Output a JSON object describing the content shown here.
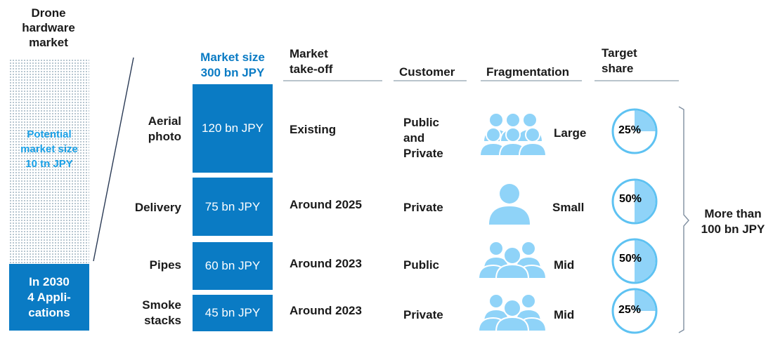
{
  "left": {
    "title": [
      "Drone",
      "hardware",
      "market"
    ],
    "potential": [
      "Potential",
      "market size",
      "10 tn JPY"
    ],
    "apps": [
      "In 2030",
      "4 Appli-",
      "cations"
    ]
  },
  "headers": {
    "market_size": [
      "Market size",
      "300 bn JPY"
    ],
    "takeoff": [
      "Market",
      "take-off"
    ],
    "customer": "Customer",
    "fragmentation": "Fragmentation",
    "target_share": [
      "Target",
      "share"
    ]
  },
  "rows": [
    {
      "app": [
        "Aerial",
        "photo"
      ],
      "size": "120 bn JPY",
      "takeoff": "Existing",
      "customer": [
        "Public",
        "and",
        "Private"
      ],
      "fragmentation": "Large",
      "icon": "people-group-large-icon",
      "share": "25%",
      "share_value": 25
    },
    {
      "app": [
        "Delivery"
      ],
      "size": "75 bn JPY",
      "takeoff": "Around 2025",
      "customer": [
        "Private"
      ],
      "fragmentation": "Small",
      "icon": "person-icon",
      "share": "50%",
      "share_value": 50
    },
    {
      "app": [
        "Pipes"
      ],
      "size": "60 bn JPY",
      "takeoff": "Around 2023",
      "customer": [
        "Public"
      ],
      "fragmentation": "Mid",
      "icon": "people-group-icon",
      "share": "50%",
      "share_value": 50
    },
    {
      "app": [
        "Smoke",
        "stacks"
      ],
      "size": "45 bn JPY",
      "takeoff": "Around 2023",
      "customer": [
        "Private"
      ],
      "fragmentation": "Mid",
      "icon": "people-group-icon",
      "share": "25%",
      "share_value": 25
    }
  ],
  "summary": [
    "More than",
    "100 bn JPY"
  ],
  "colors": {
    "primary_blue": "#0a7bc4",
    "light_blue": "#8fd3f8",
    "pie_stroke": "#5ec2f2"
  }
}
